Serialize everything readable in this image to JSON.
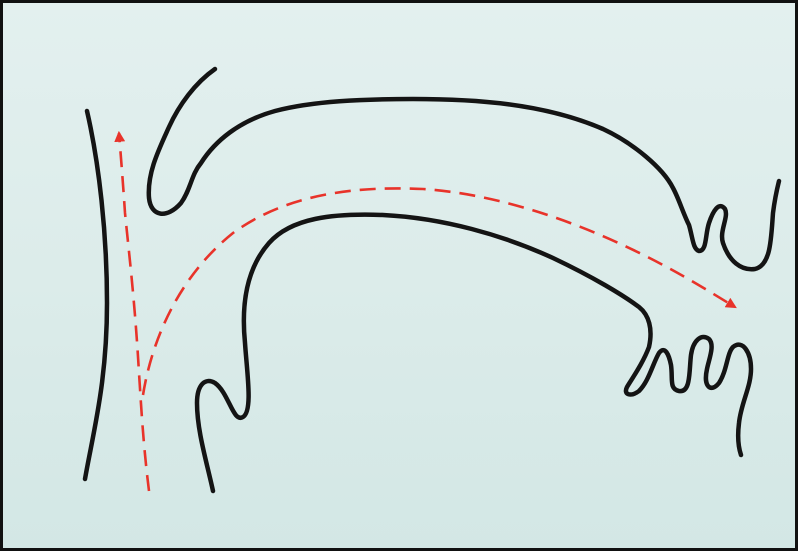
{
  "figure": {
    "background_color": "#dcecea",
    "outline_color": "#141414",
    "flow_color": "#e8332a",
    "flow_line_style": "dashed",
    "flow_arrows": [
      "up",
      "right"
    ]
  }
}
